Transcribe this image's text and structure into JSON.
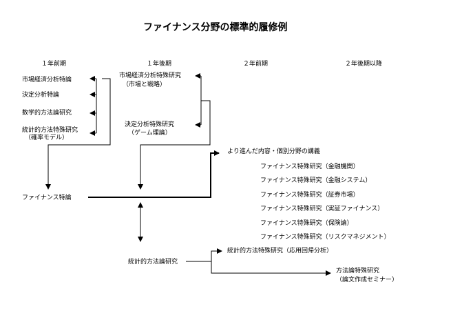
{
  "title": "ファイナンス分野の標準的履修例",
  "columns": [
    "１年前期",
    "１年後期",
    "２年前期",
    "２年後期以降"
  ],
  "y1_first": [
    "市場経済分析特論",
    "決定分析特論",
    "数学的方法論研究",
    "統計的方法特殊研究",
    "（確率モデル）"
  ],
  "y1_second": [
    "市場経済分析特殊研究",
    "（市場と戦略）",
    "決定分析特殊研究",
    "（ゲーム理論）"
  ],
  "core": "ファイナンス特論",
  "stats": "統計的方法論研究",
  "advanced": {
    "heading": "より進んだ内容・個別分野の講義",
    "items": [
      "ファイナンス特殊研究（金融機関）",
      "ファイナンス特殊研究（金融システム）",
      "ファイナンス特殊研究（証券市場）",
      "ファイナンス特殊研究（実証ファイナンス）",
      "ファイナンス特殊研究（保険論）",
      "ファイナンス特殊研究（リスクマネジメント）"
    ]
  },
  "stats_next": [
    "統計的方法特殊研究（応用回帰分析）",
    "方法論特殊研究",
    "（論文作成セミナー）"
  ]
}
